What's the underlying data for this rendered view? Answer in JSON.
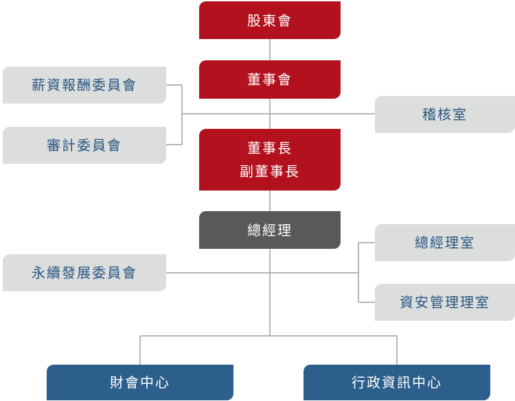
{
  "nodes": {
    "shareholders": "股東會",
    "board": "董事會",
    "chairman": "董事長",
    "vice_chairman": "副董事長",
    "president": "總經理",
    "remuneration_committee": "薪資報酬委員會",
    "audit_committee": "審計委員會",
    "audit_office": "稽核室",
    "sustainability_committee": "永續發展委員會",
    "president_office": "總經理室",
    "info_security_office": "資安管理理室",
    "finance_center": "財會中心",
    "admin_it_center": "行政資訊中心"
  },
  "colors": {
    "governance_red": "#b3111d",
    "executive_gray": "#58595b",
    "committee_gray": "#dcdddd",
    "committee_text": "#27567f",
    "center_blue": "#2c5f8c",
    "connector": "#9e9e9e"
  }
}
